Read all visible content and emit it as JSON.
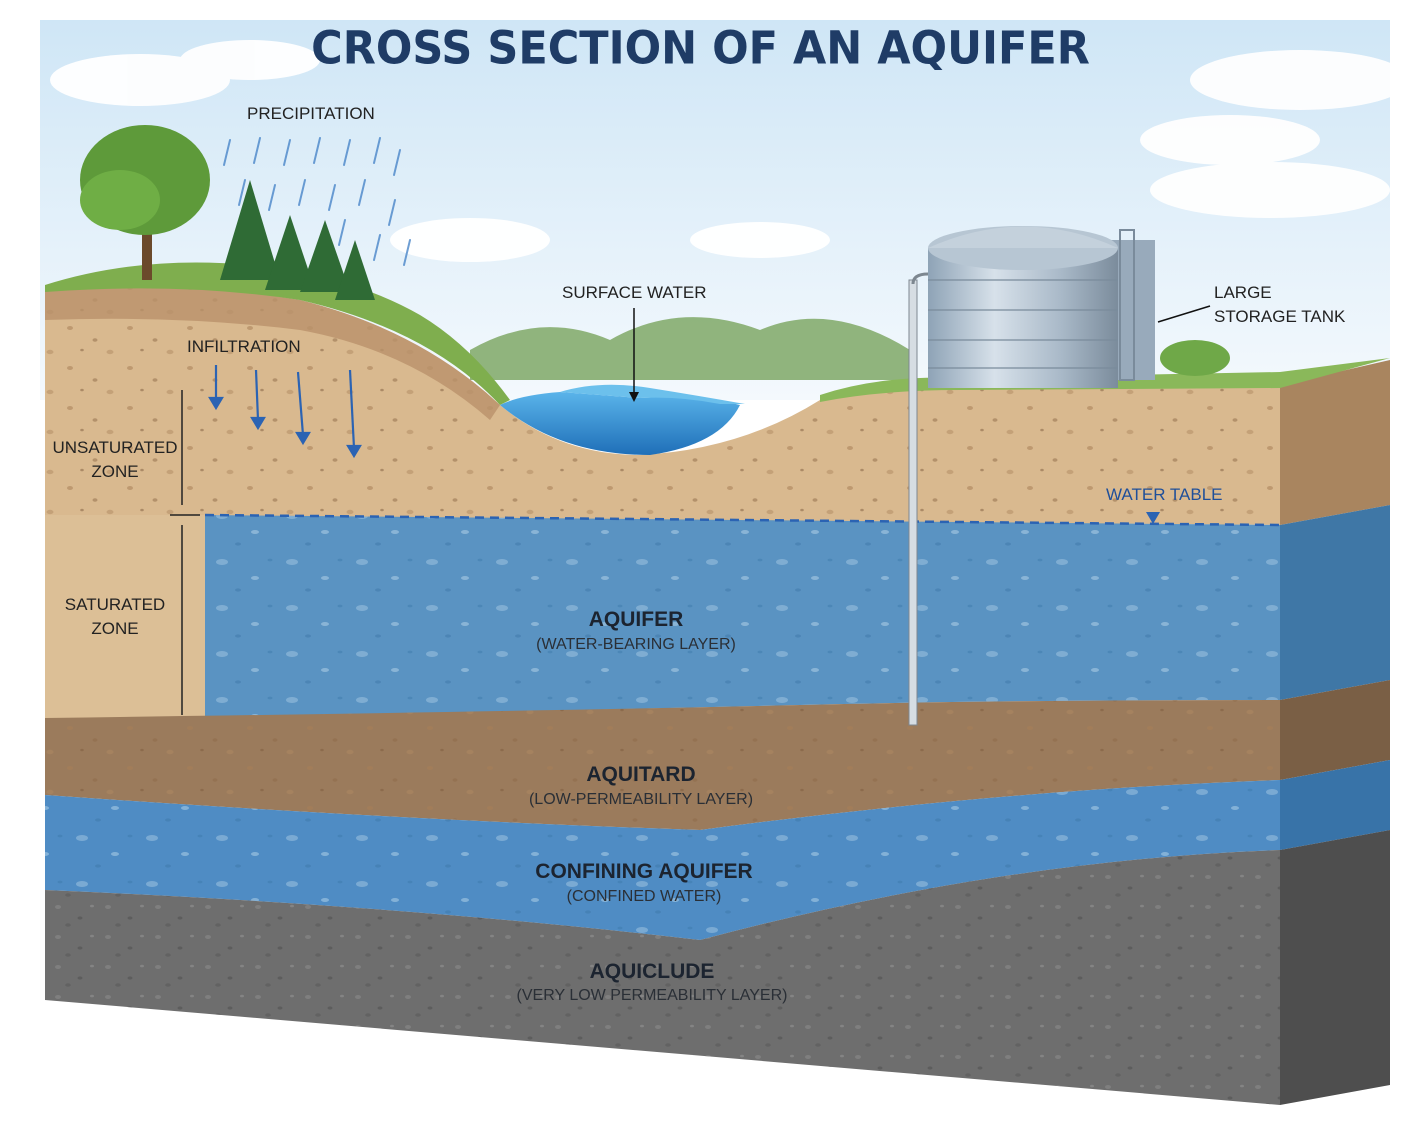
{
  "title": "CROSS SECTION OF AN AQUIFER",
  "labels": {
    "precipitation": "PRECIPITATION",
    "infiltration": "INFILTRATION",
    "surface_water": "SURFACE WATER",
    "storage_tank_line1": "LARGE",
    "storage_tank_line2": "STORAGE TANK",
    "unsaturated_line1": "UNSATURATED",
    "unsaturated_line2": "ZONE",
    "saturated_line1": "SATURATED",
    "saturated_line2": "ZONE",
    "water_table": "WATER TABLE"
  },
  "layers": {
    "aquifer": {
      "name": "AQUIFER",
      "desc": "(WATER-BEARING LAYER)"
    },
    "aquitard": {
      "name": "AQUITARD",
      "desc": "(LOW-PERMEABILITY LAYER)"
    },
    "confining_aquifer": {
      "name": "CONFINING AQUIFER",
      "desc": "(CONFINED WATER)"
    },
    "aquiclude": {
      "name": "AQUICLUDE",
      "desc": "(VERY LOW PERMEABILITY LAYER)"
    }
  },
  "colors": {
    "title": "#1f3c66",
    "soil": "#d9b98f",
    "soil_dark": "#b9916a",
    "aquifer": "#5a93c2",
    "aquitard": "#9b7b5c",
    "confined": "#4f8cc4",
    "aquiclude": "#6e6e6e",
    "grass": "#7fae4e",
    "water_table_line": "#2b63b3"
  }
}
